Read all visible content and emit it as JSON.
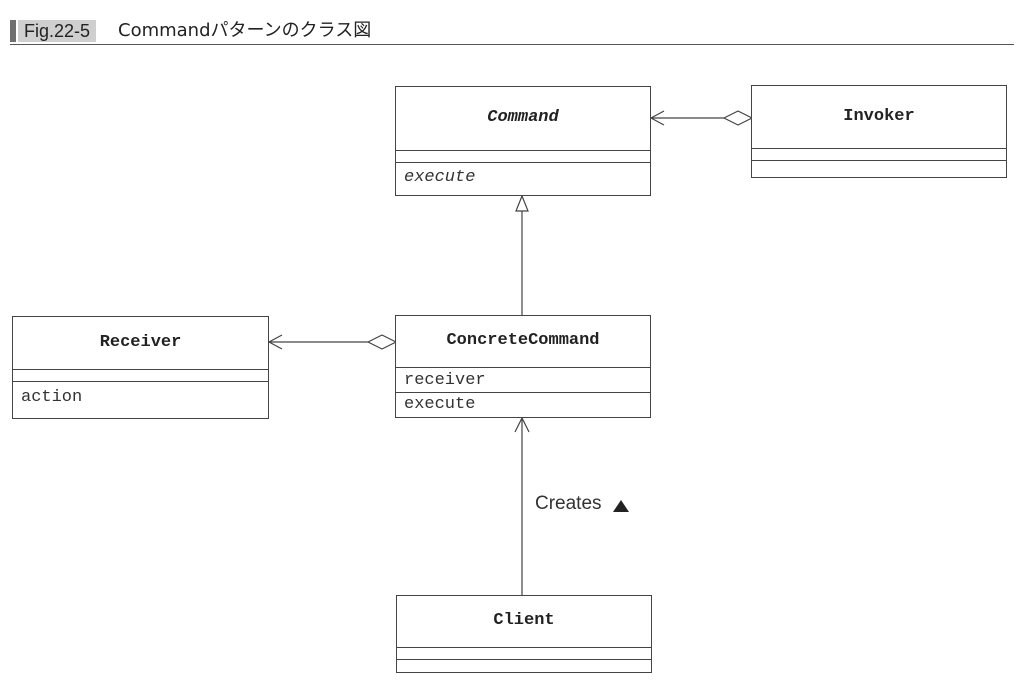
{
  "header": {
    "figure_number": "Fig.22-5",
    "title": "Commandパターンのクラス図"
  },
  "classes": {
    "command": {
      "name": "Command",
      "methods": "execute"
    },
    "invoker": {
      "name": "Invoker"
    },
    "receiver": {
      "name": "Receiver",
      "methods": "action"
    },
    "concrete_command": {
      "name": "ConcreteCommand",
      "fields": "receiver",
      "methods": "execute"
    },
    "client": {
      "name": "Client"
    }
  },
  "relations": {
    "creates_label": "Creates"
  },
  "colors": {
    "line": "#444444",
    "label_bg": "#cfcfcf"
  }
}
